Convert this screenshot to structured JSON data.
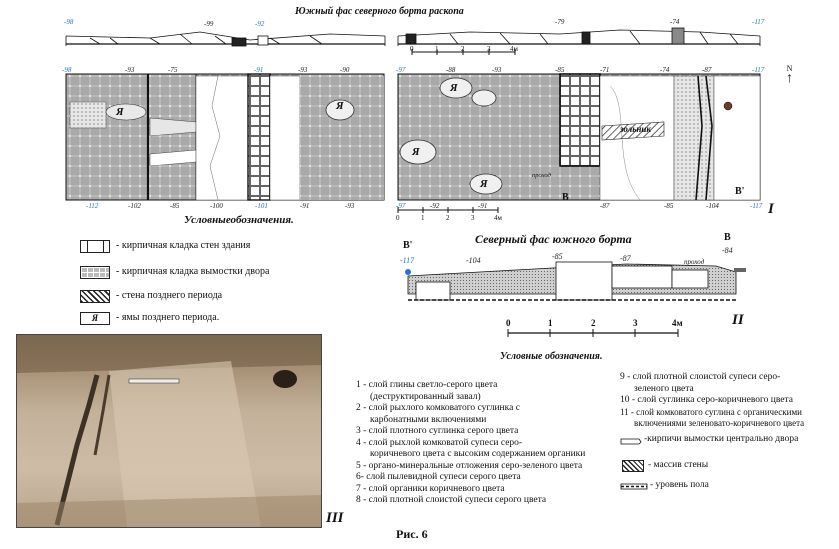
{
  "section_south_title": "Южный фас северного борта раскопа",
  "plan_legend_title": "Условныеобозначения.",
  "section_north_title": "Северный фас южного борта",
  "layer_legend_title": "Условные обозначения.",
  "figure_caption": "Рис. 6",
  "panel_labels": [
    "I",
    "II",
    "III"
  ],
  "north_label": "N",
  "scale": {
    "ticks": [
      "0",
      "1",
      "2",
      "3",
      "4м"
    ]
  },
  "plan_legend": [
    {
      "icon": "brick-wall-swatch",
      "label": "- кирпичная кладка стен здания"
    },
    {
      "icon": "yard-paving-swatch",
      "label": "- кирпичная кладка вымостки двора"
    },
    {
      "icon": "late-wall-swatch",
      "label": "- стена позднего периода"
    },
    {
      "icon": "pit-swatch",
      "symbol": "Я",
      "label": "- ямы позднего периода."
    }
  ],
  "layers_left": [
    "1 - слой глины светло-серого цвета",
    "(деструктированный завал)",
    "2 - слой рыхлого комковатого суглинка с",
    "карбонатными включениями",
    "3 - слой плотного суглинка серого цвета",
    "4 - слой рыхлой комковатой супеси серо-",
    "коричневого цвета с высоким содержанием органики",
    "5 - органо-минеральные отложения серо-зеленого цвета",
    "6- слой пылевидной супеси серого цвета",
    "7 - слой органики коричневого цвета",
    "8 - слой плотной слоистой супеси серого цвета"
  ],
  "layers_right": [
    "9 - слой плотной слоистой супеси серо-",
    "зеленого цвета",
    "10 - слой суглинка серо-коричневого цвета",
    "11 - слой комковатого суглина с органическими",
    "включениями зеленовато-коричневого цвета"
  ],
  "symbol_legend": [
    {
      "icon": "yard-brick-symbol",
      "label": "-кирпичи вымостки центрально двора"
    },
    {
      "icon": "wall-mass-symbol",
      "label": "- массив стены"
    },
    {
      "icon": "floor-level-symbol",
      "label": "- уровень пола"
    }
  ],
  "plan_labels": {
    "pit": "Я",
    "kiln": "зольник",
    "passage": "проход",
    "section_b": "В",
    "section_b2": "В'"
  },
  "top_elevations": [
    "-98",
    "-99",
    "-92",
    "-79",
    "-74",
    "-117"
  ],
  "plan_top_elevations": [
    "-98",
    "-93",
    "-75",
    "-91",
    "-93",
    "-90",
    "-97",
    "-88",
    "-93",
    "-85",
    "-71",
    "-74",
    "-87",
    "-117"
  ],
  "plan_bottom_elevations": [
    "-112",
    "-102",
    "-85",
    "-100",
    "-101",
    "-91",
    "-93",
    "-97",
    "-92",
    "-91",
    "-87",
    "-85",
    "-104",
    "-117"
  ],
  "section2_elevations": [
    "-117",
    "-104",
    "-85",
    "-87",
    "-84"
  ],
  "section2_labels": {
    "left": "В'",
    "right": "В",
    "passage": "проход"
  }
}
